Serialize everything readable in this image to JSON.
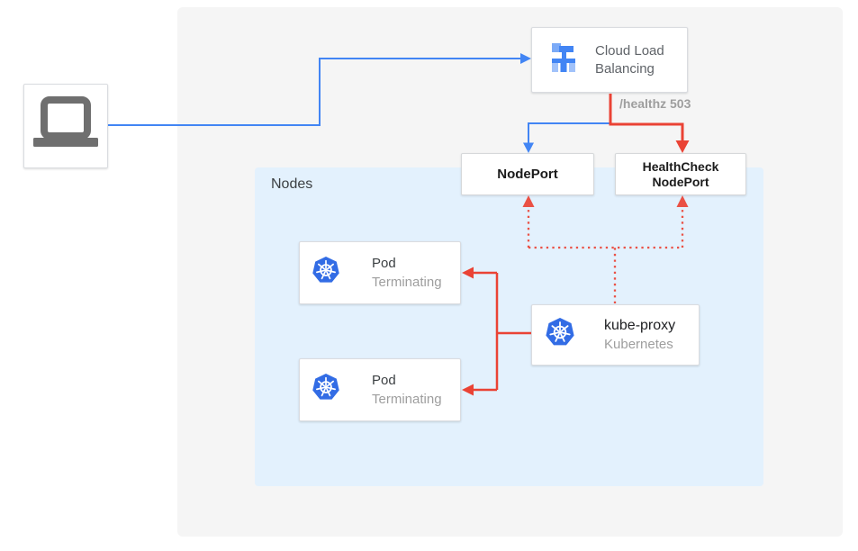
{
  "colors": {
    "traffic_blue": "#4285F4",
    "health_red": "#EA4335",
    "panel_gray": "#F5F5F5",
    "nodes_bg_blue": "#E3F1FD",
    "box_border": "#DADCE0",
    "kubernetes_blue": "#326CE5",
    "laptop_gray": "#6F6F6F",
    "text_dark": "#3C4043",
    "text_gray": "#9E9E9E"
  },
  "client": {
    "icon": "laptop-icon"
  },
  "load_balancer": {
    "label": "Cloud Load Balancing",
    "icon": "cloud-load-balancing-icon"
  },
  "health_path": {
    "label": "/healthz 503"
  },
  "node_port": {
    "label": "NodePort"
  },
  "health_check_node_port": {
    "label": "HealthCheck NodePort"
  },
  "nodes_group": {
    "label": "Nodes"
  },
  "pods": [
    {
      "title": "Pod",
      "status": "Terminating",
      "icon": "kubernetes-icon"
    },
    {
      "title": "Pod",
      "status": "Terminating",
      "icon": "kubernetes-icon"
    }
  ],
  "kube_proxy": {
    "title": "kube-proxy",
    "subtitle": "Kubernetes",
    "icon": "kubernetes-icon"
  }
}
